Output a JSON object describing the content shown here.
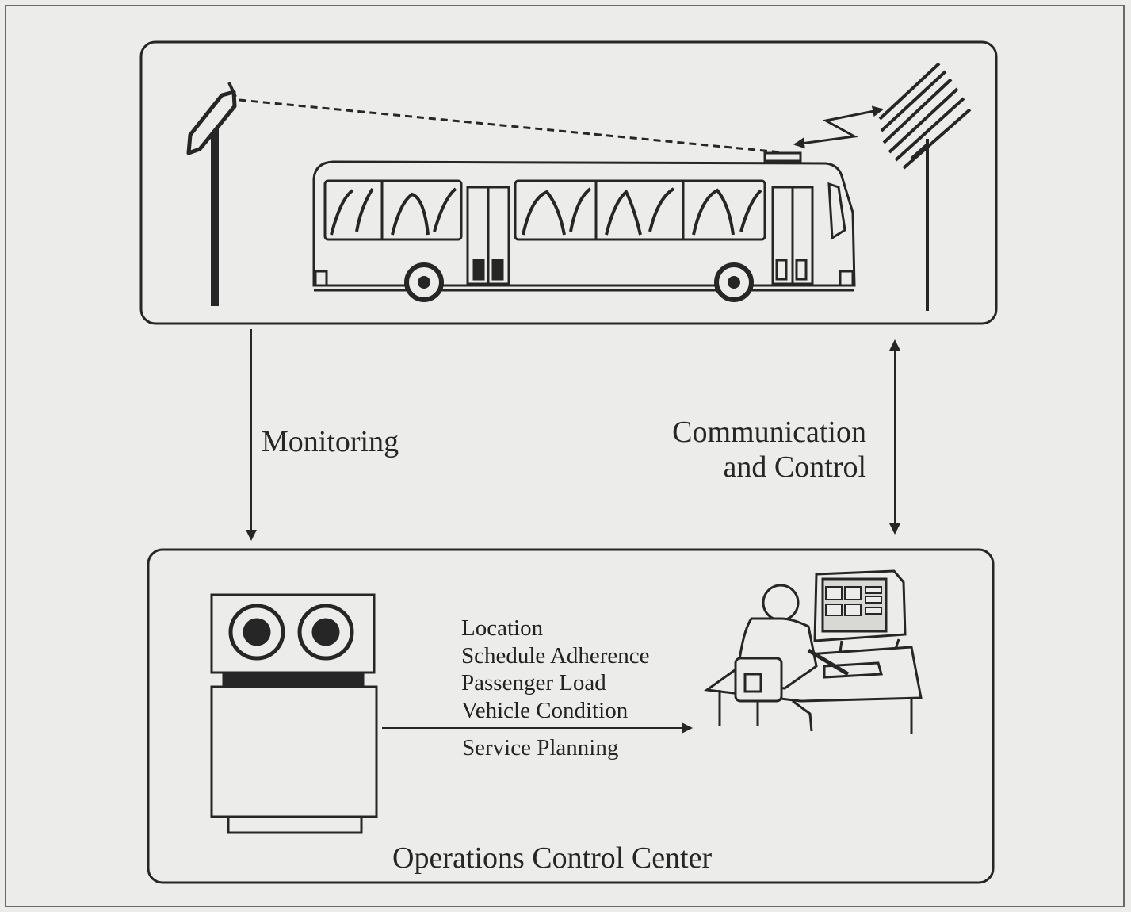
{
  "labels": {
    "monitoring": "Monitoring",
    "communication_line1": "Communication",
    "communication_line2": "and Control",
    "service_planning": "Service Planning",
    "operations_center": "Operations Control Center"
  },
  "data_items": [
    "Location",
    "Schedule Adherence",
    "Passenger Load",
    "Vehicle Condition"
  ],
  "icons": [
    "bus-stop-sign-icon",
    "bus-icon",
    "radio-antenna-icon",
    "tape-drive-computer-icon",
    "dispatcher-workstation-icon"
  ],
  "colors": {
    "ink": "#262626",
    "paper": "#ececea"
  }
}
